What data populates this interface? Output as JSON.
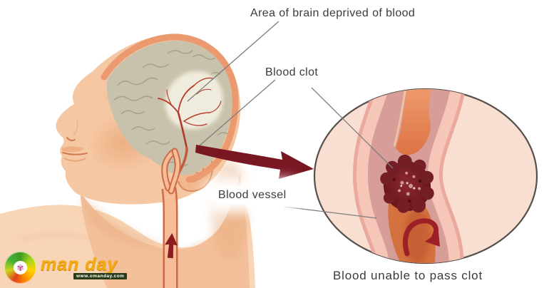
{
  "labels": {
    "area_of_brain": "Area of brain deprived of blood",
    "blood_clot": "Blood clot",
    "blood_vessel": "Blood vessel",
    "blood_unable": "Blood unable to pass clot"
  },
  "logo": {
    "brand": "man day",
    "url": "www.omanday.com"
  },
  "icons": {
    "logo_flower": "✾"
  },
  "colors": {
    "background": "#ffffff",
    "label_text": "#3b3b3b",
    "leader_line": "#7d7d7d",
    "skin": "#f5c7a2",
    "skin_shadow": "#e9ab7c",
    "brain": "#c8c1ab",
    "brain_infarct": "#f3efe0",
    "artery_red": "#b5392a",
    "skull_rim": "#eb9a6f",
    "carotid_outline": "#d06a45",
    "carotid_fill": "#f6bd98",
    "zoom_arrow": "#781622",
    "inset_bg": "#f9dfd2",
    "inset_outline": "#55504b",
    "vessel_wall_pink": "#f6c6b9",
    "vessel_mauve": "#d69d99",
    "lumen_orange": "#e8824f",
    "clot_maroon": "#7b1f27",
    "blocked_arrow": "#9c2026",
    "logo_yellow": "#f3a912"
  }
}
